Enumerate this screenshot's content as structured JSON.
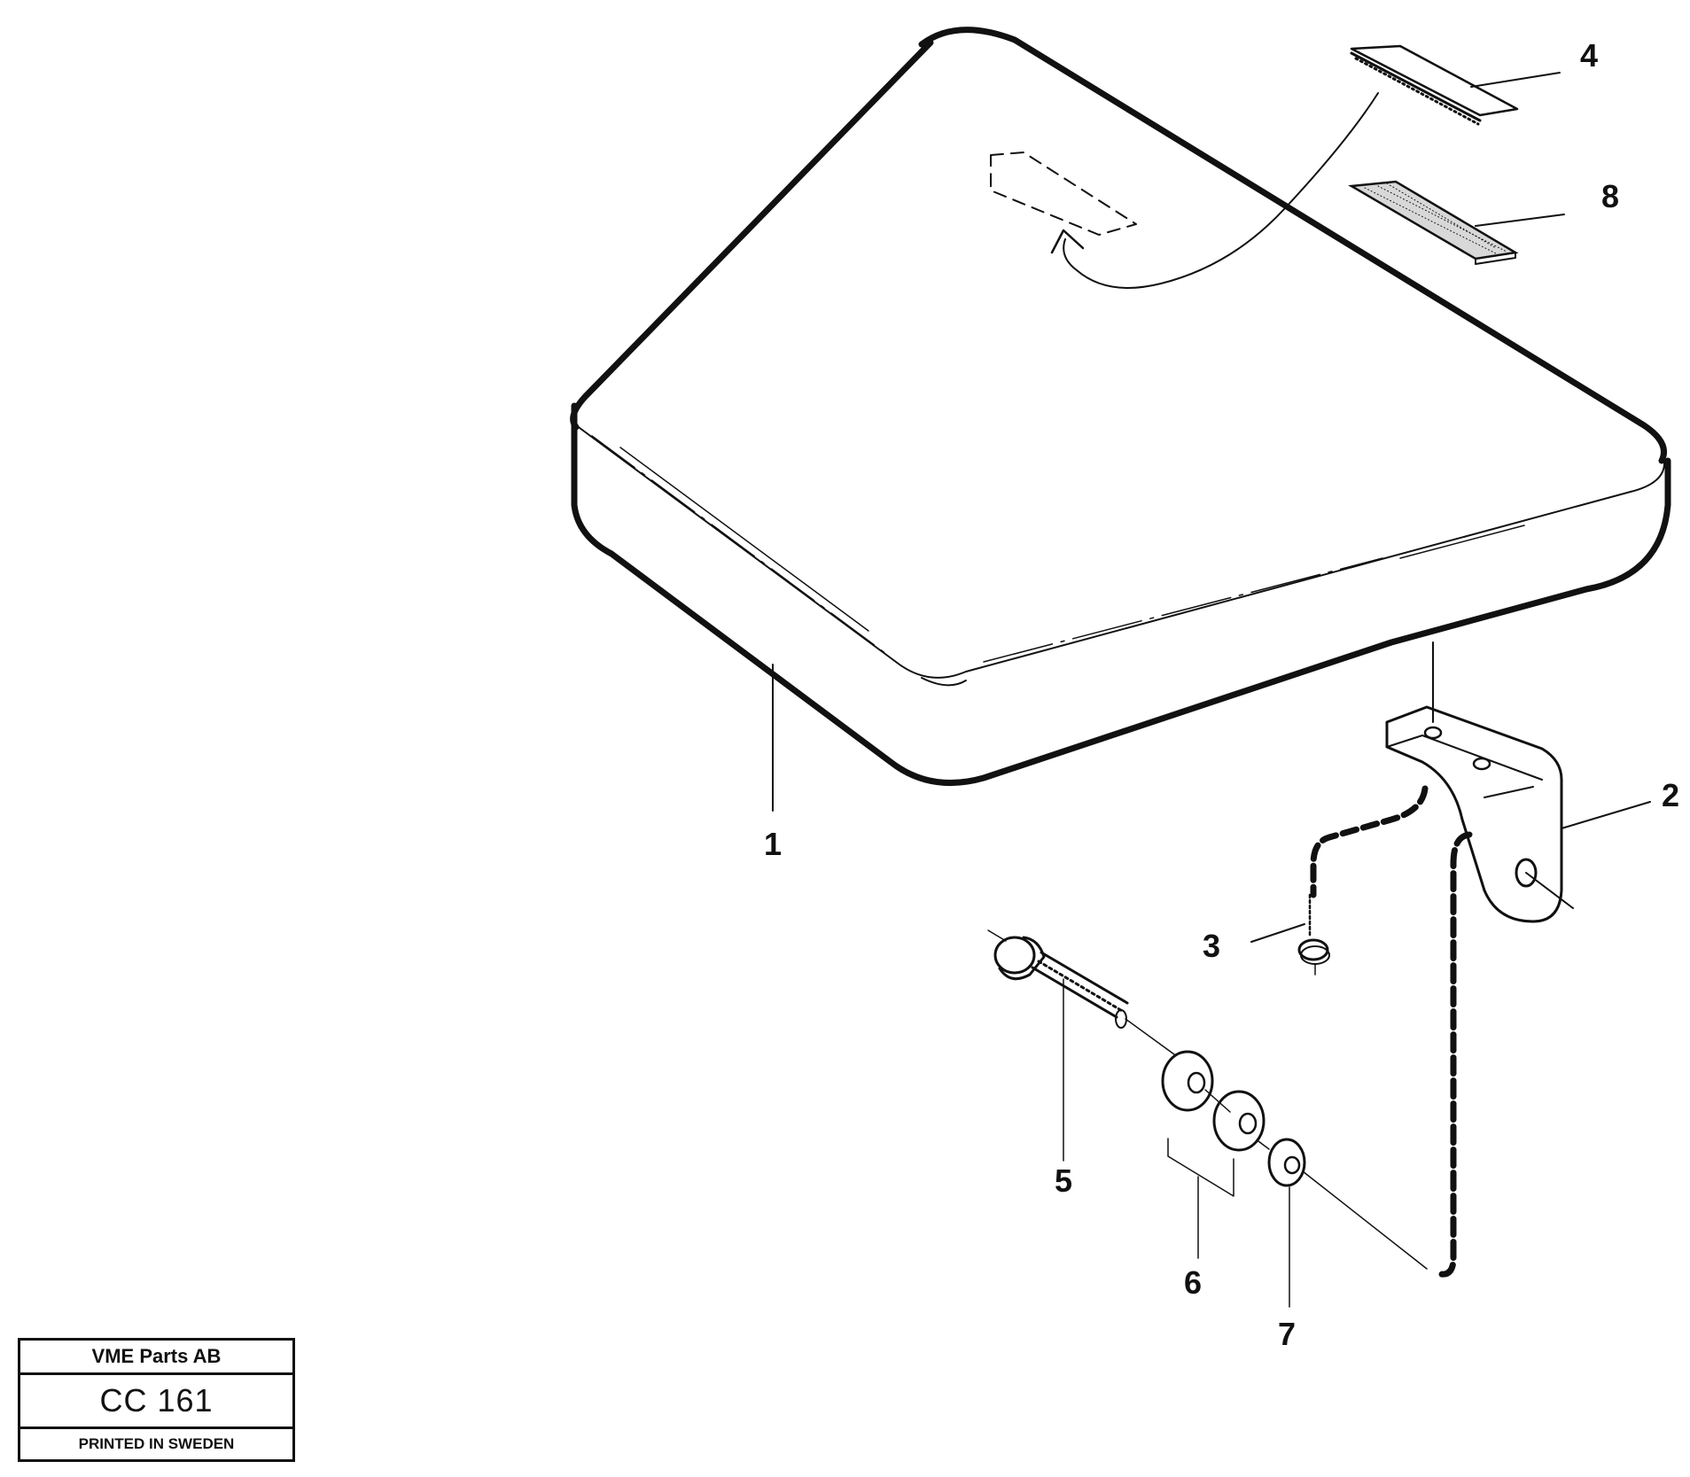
{
  "callouts": {
    "c1": "1",
    "c2": "2",
    "c3": "3",
    "c4": "4",
    "c5": "5",
    "c6": "6",
    "c7": "7",
    "c8": "8"
  },
  "title_block": {
    "company": "VME Parts AB",
    "code": "CC 161",
    "printed": "PRINTED IN SWEDEN"
  }
}
